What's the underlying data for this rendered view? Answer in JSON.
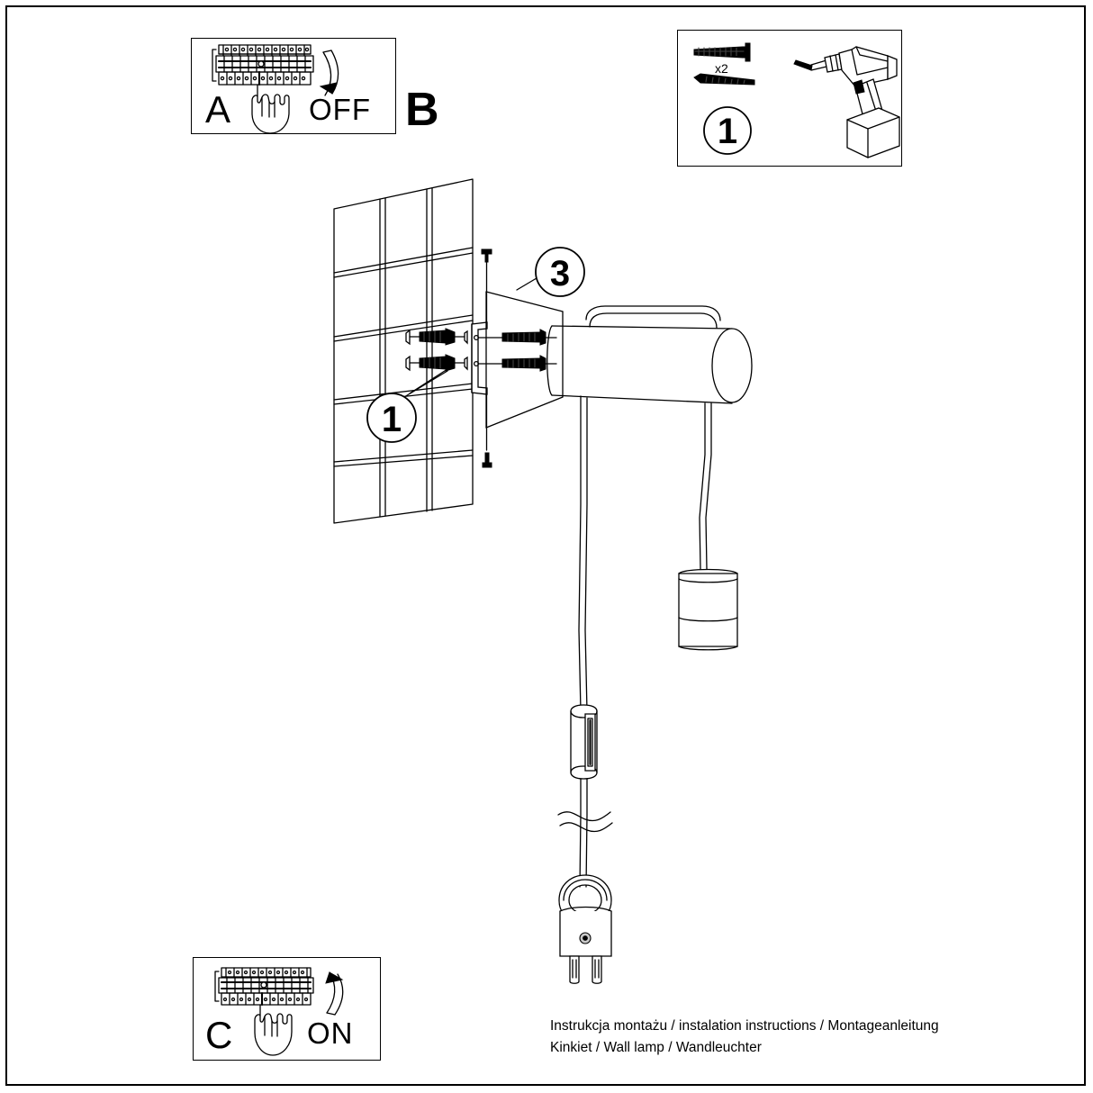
{
  "document": {
    "type": "assembly-instruction-sheet",
    "product": "Kinkiet / Wall lamp / Wandleuchter",
    "footer_line1": "Instrukcja montażu / instalation instructions / Montageanleitung",
    "footer_line2": "Kinkiet / Wall lamp / Wandleuchter",
    "ink_color": "#000000",
    "paper_color": "#ffffff"
  },
  "panels": {
    "a": {
      "letter": "A",
      "action_label": "OFF",
      "icon": "circuit-breaker-panel-with-hand-icon",
      "arrow": "arrow-down-curved-icon",
      "description": "Switch the circuit breaker OFF before installation"
    },
    "b": {
      "letter": "B",
      "description": "Main mounting illustration of the wall lamp"
    },
    "c": {
      "letter": "C",
      "action_label": "ON",
      "icon": "circuit-breaker-panel-with-hand-icon",
      "arrow": "arrow-up-curved-icon",
      "description": "Switch the circuit breaker ON after installation"
    },
    "parts": {
      "step_number": "1",
      "quantity_label": "x2",
      "items": [
        "wall-plug-anchor-icon",
        "screw-icon",
        "power-drill-icon"
      ],
      "description": "Drill holes, insert 2 wall plugs and screws"
    }
  },
  "callouts": [
    {
      "id": "callout-1-wall",
      "label": "1"
    },
    {
      "id": "callout-3-bracket",
      "label": "3"
    }
  ],
  "assembly": {
    "wall": {
      "name": "tiled-wall",
      "columns": 3,
      "rows": 5
    },
    "bracket": {
      "name": "mounting-bracket",
      "screws": 2,
      "bolts": 2
    },
    "lamp": {
      "name": "cylindrical-lamp-body",
      "guard": "wire-loop-guard"
    },
    "socket": {
      "name": "hanging-bulb-socket"
    },
    "switch": {
      "name": "inline-rocker-switch"
    },
    "plug": {
      "name": "europlug-with-ring-grip"
    },
    "cord": {
      "name": "power-cord",
      "break_mark": true
    }
  }
}
